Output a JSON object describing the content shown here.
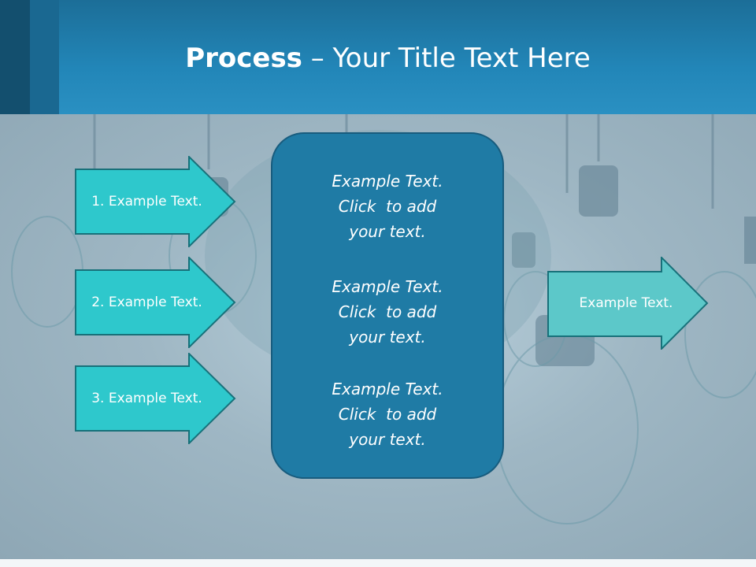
{
  "slide": {
    "title_bold": "Process",
    "title_rest": " – Your Title Text Here"
  },
  "left_arrows": [
    {
      "label": "1. Example Text."
    },
    {
      "label": "2. Example Text."
    },
    {
      "label": "3. Example Text."
    }
  ],
  "center_box": {
    "blocks": [
      {
        "lines": [
          "Example Text.",
          "Click  to add",
          "your text."
        ]
      },
      {
        "lines": [
          "Example Text.",
          "Click  to add",
          "your text."
        ]
      },
      {
        "lines": [
          "Example Text.",
          "Click  to add",
          "your text."
        ]
      }
    ]
  },
  "right_arrow": {
    "label": "Example Text."
  },
  "colors": {
    "header": "#2286b8",
    "arrow_fill": "#2ec8cc",
    "arrow_border": "#18717a",
    "right_arrow_fill": "#5cc8c9",
    "center_box": "#1f7ba5"
  }
}
